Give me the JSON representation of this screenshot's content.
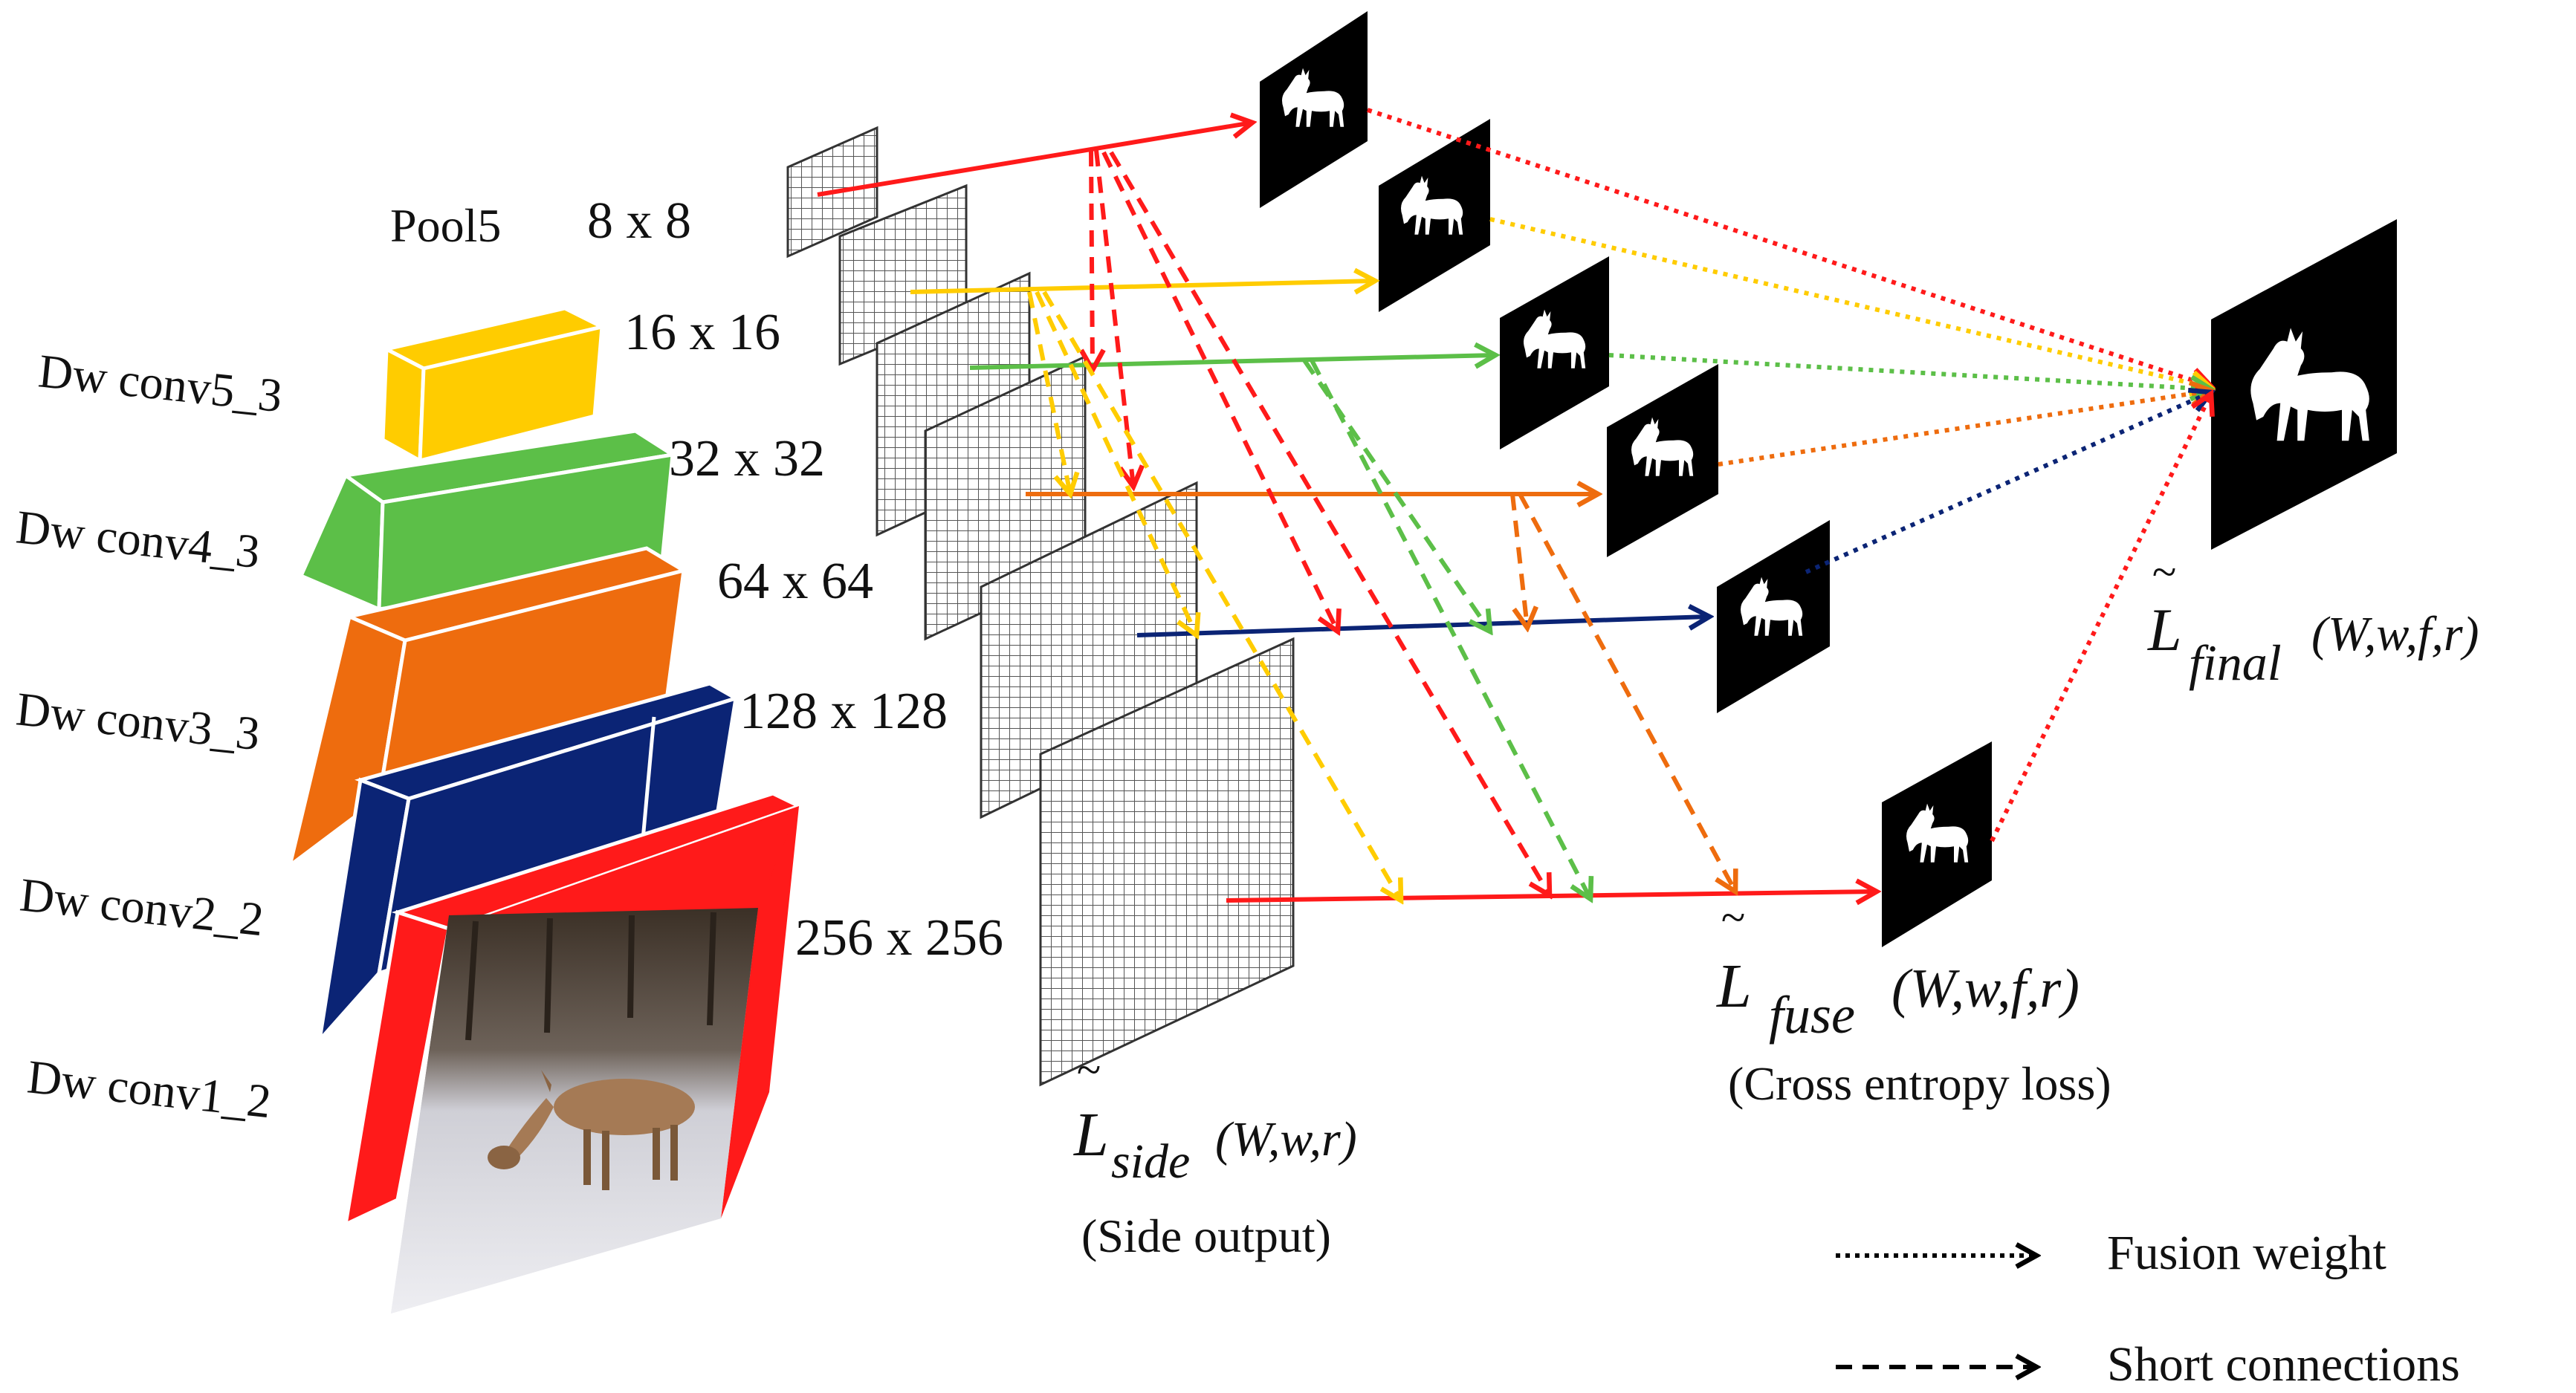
{
  "colors": {
    "red": "#ff1a1a",
    "yellow": "#ffcc00",
    "green": "#5cbf48",
    "orange": "#ee6c0e",
    "navy": "#0b2475",
    "black": "#000000"
  },
  "layers": [
    {
      "name": "Dw conv5_3",
      "size": "16 x 16",
      "color": "#ffcc00"
    },
    {
      "name": "Dw conv4_3",
      "size": "32 x 32",
      "color": "#5cbf48"
    },
    {
      "name": "Dw conv3_3",
      "size": "64 x 64",
      "color": "#ee6c0e"
    },
    {
      "name": "Dw conv2_2",
      "size": "128 x 128",
      "color": "#0b2475"
    },
    {
      "name": "Dw conv1_2",
      "size": "256 x 256",
      "color": "#ff1a1a"
    }
  ],
  "pool": {
    "name": "Pool5",
    "size": "8 x 8"
  },
  "side": {
    "symbol": "L",
    "tilde": "~",
    "subscript": "side",
    "args": "(W,w,r)",
    "caption": "(Side output)"
  },
  "fuse": {
    "symbol": "L",
    "tilde": "~",
    "subscript": "fuse",
    "args": "(W,w,f,r)",
    "caption": "(Cross entropy loss)"
  },
  "final": {
    "symbol": "L",
    "tilde": "~",
    "subscript": "final",
    "args": "(W,w,f,r)"
  },
  "legend": {
    "fusion_weight": "Fusion weight",
    "short_connections": "Short connections"
  },
  "icons": {
    "deer_mask": "deer-silhouette-icon",
    "input_photo": "deer-photo-icon"
  }
}
